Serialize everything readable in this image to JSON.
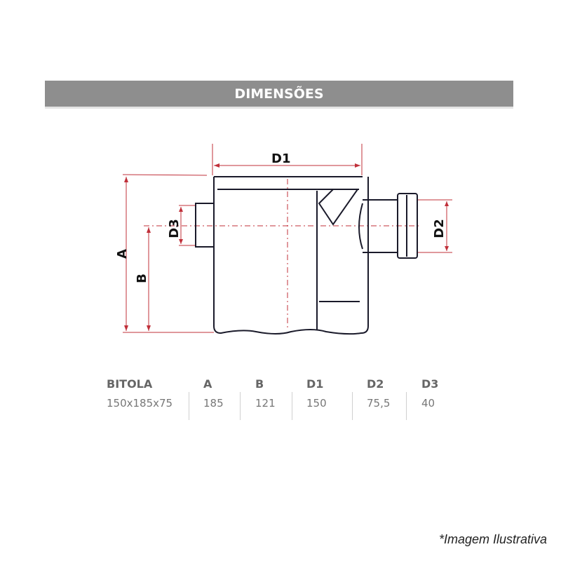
{
  "header": {
    "title": "DIMENSÕES"
  },
  "diagram": {
    "labels": {
      "d1": "D1",
      "a": "A",
      "b": "B",
      "d2": "D2",
      "d3": "D3"
    },
    "dim_color": "#c0303a"
  },
  "table": {
    "columns": [
      {
        "header": "BITOLA",
        "value": "150x185x75"
      },
      {
        "header": "A",
        "value": "185"
      },
      {
        "header": "B",
        "value": "121"
      },
      {
        "header": "D1",
        "value": "150"
      },
      {
        "header": "D2",
        "value": "75,5"
      },
      {
        "header": "D3",
        "value": "40"
      }
    ]
  },
  "footnote": "*Imagem Ilustrativa"
}
